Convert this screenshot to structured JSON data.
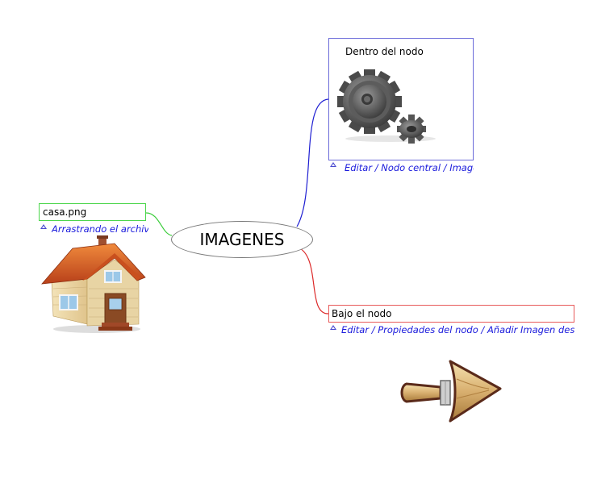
{
  "central_node": {
    "label": "IMAGENES"
  },
  "nodes": {
    "casa": {
      "label": "casa.png",
      "note": "Arrastrando el archivo",
      "image": "house-icon"
    },
    "dentro": {
      "label": "Dentro del nodo",
      "note": "Editar / Nodo central / Image",
      "image": "gears-icon"
    },
    "bajo": {
      "label": "Bajo el nodo",
      "note": "Editar / Propiedades del nodo / Añadir Imagen desde",
      "image": "arrow-icon"
    }
  },
  "colors": {
    "left_branch": "#3ccd3c",
    "top_branch": "#1e1ed2",
    "bottom_branch": "#dc2828",
    "note_text": "#1a1adc"
  }
}
